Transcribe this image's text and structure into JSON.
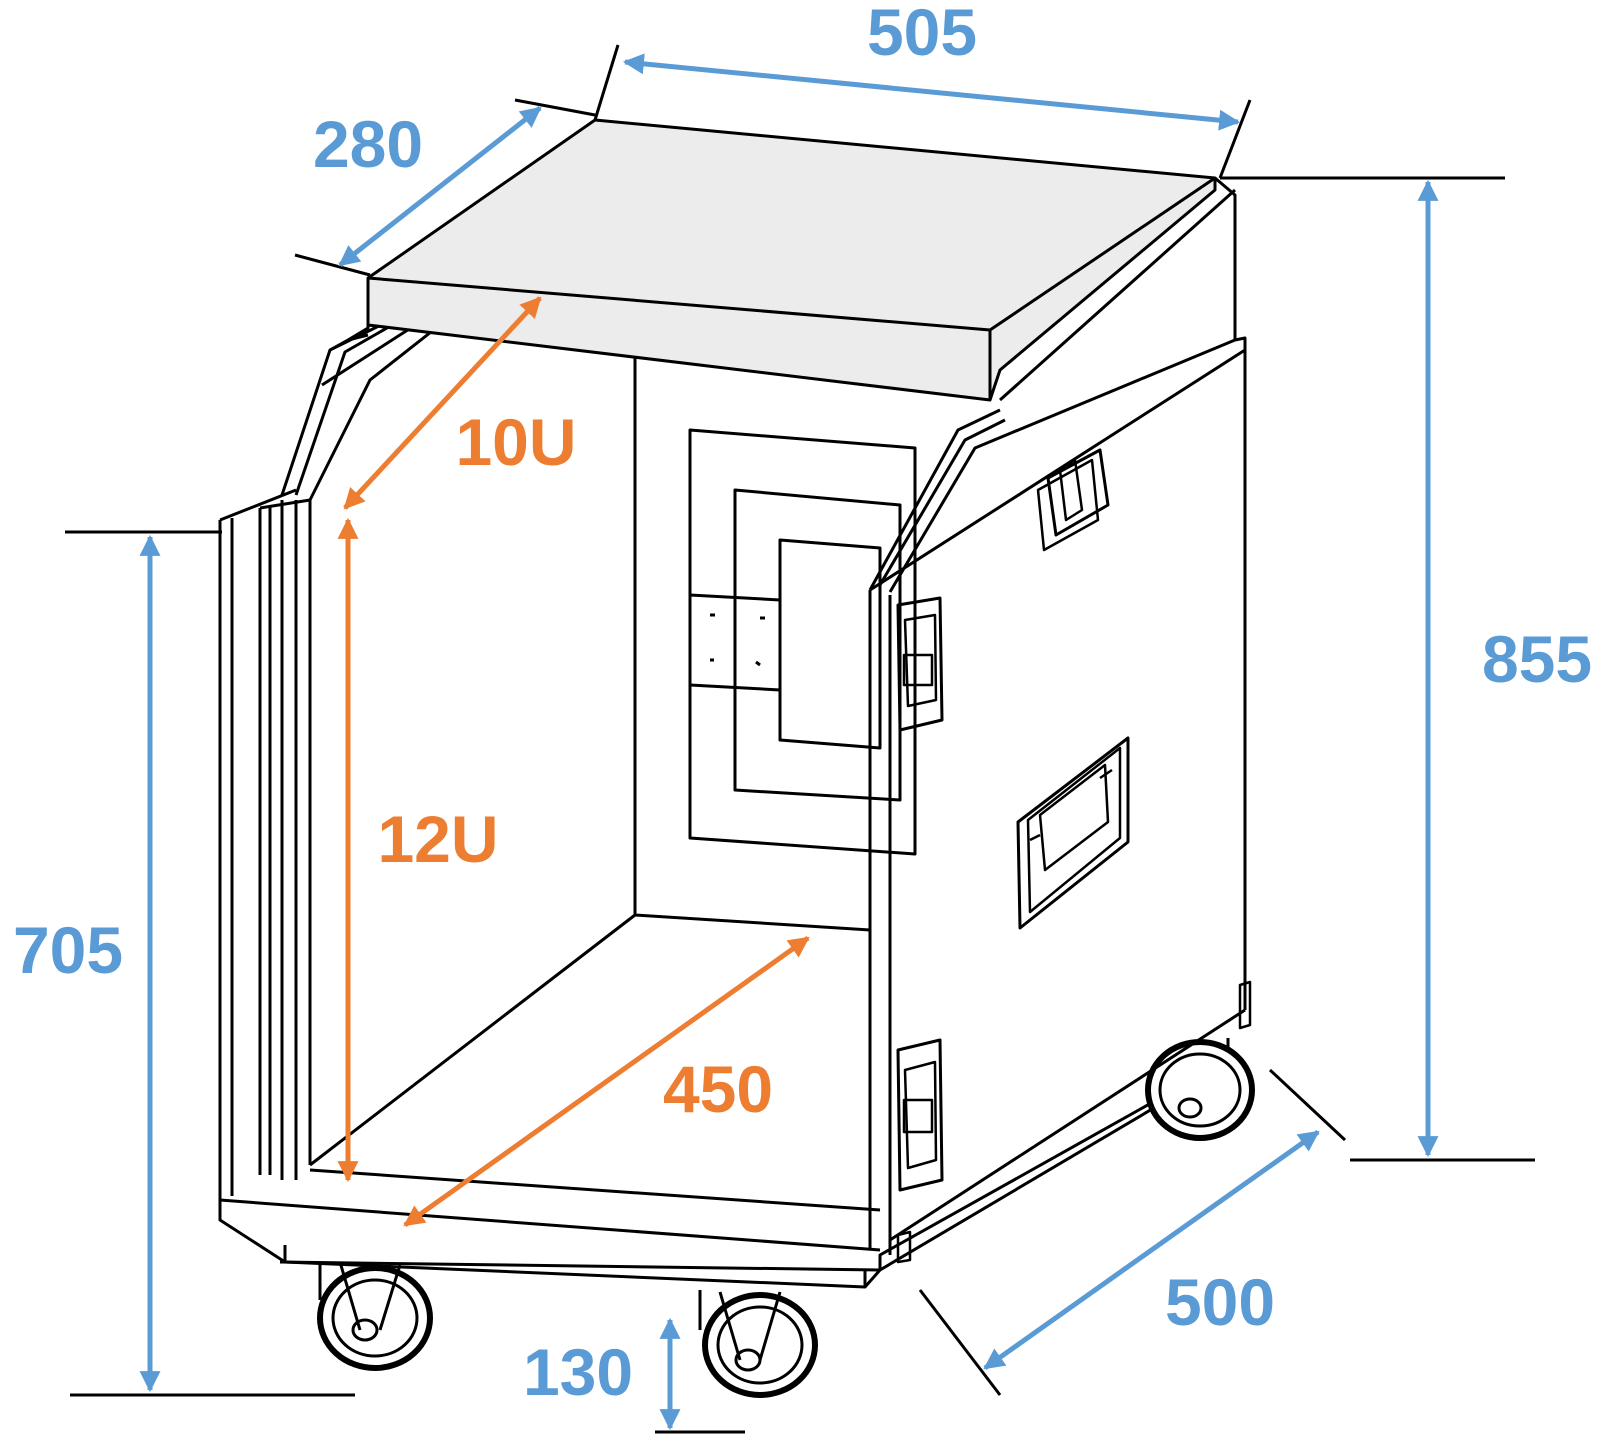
{
  "colors": {
    "outline": "#000000",
    "top_fill": "#ececec",
    "external_dimension": "#5b9bd5",
    "internal_dimension": "#ed7d31",
    "background": "#ffffff"
  },
  "dimensions": {
    "width_top": "505",
    "lid_depth": "280",
    "total_height": "855",
    "base_height": "705",
    "depth": "500",
    "caster_height": "130",
    "upper_rack": "10U",
    "lower_rack": "12U",
    "inner_depth": "450"
  }
}
